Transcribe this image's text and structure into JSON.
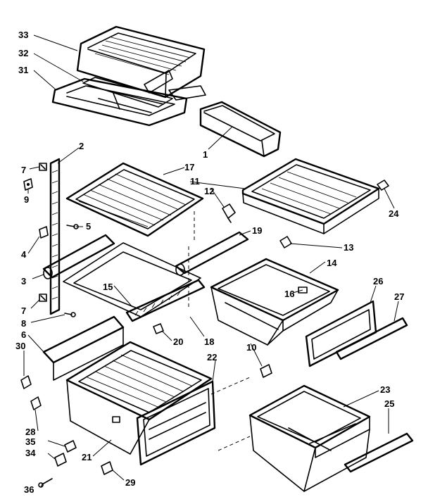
{
  "callouts": {
    "c1": "1",
    "c2": "2",
    "c3": "3",
    "c4": "4",
    "c5": "5",
    "c6": "6",
    "c7a": "7",
    "c7b": "7",
    "c8": "8",
    "c9": "9",
    "c10": "10",
    "c11": "11",
    "c12": "12",
    "c13": "13",
    "c14": "14",
    "c15": "15",
    "c16": "16",
    "c17": "17",
    "c18": "18",
    "c19": "19",
    "c20": "20",
    "c21": "21",
    "c22": "22",
    "c23": "23",
    "c24": "24",
    "c25": "25",
    "c26": "26",
    "c27": "27",
    "c28": "28",
    "c29": "29",
    "c30": "30",
    "c31": "31",
    "c32": "32",
    "c33": "33",
    "c34": "34",
    "c35": "35",
    "c36": "36"
  }
}
